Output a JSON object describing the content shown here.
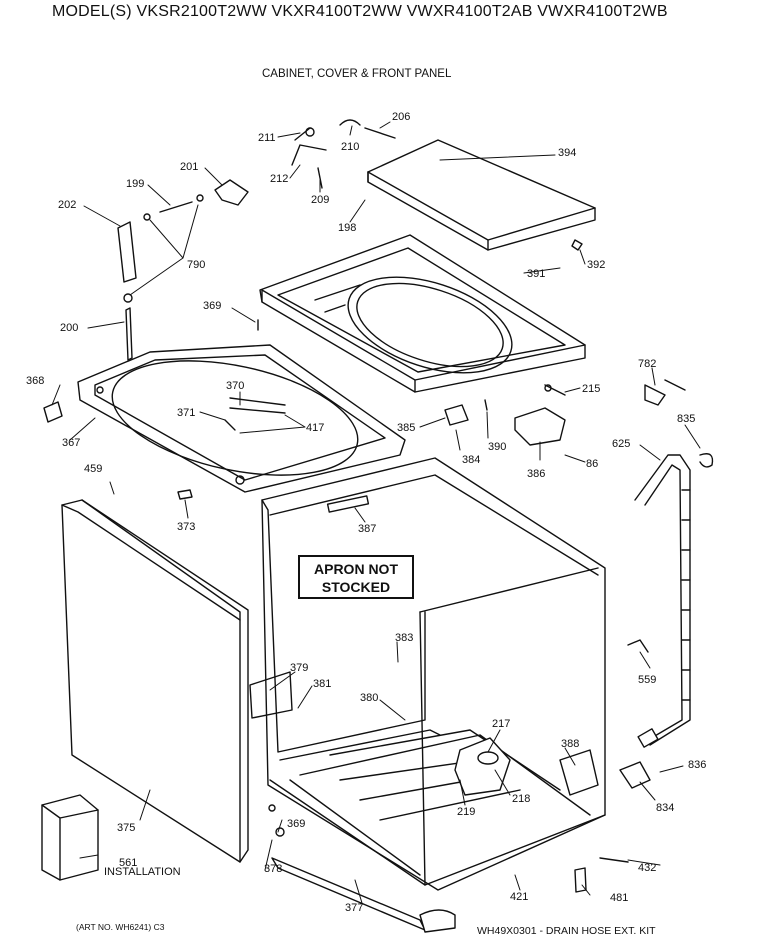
{
  "header": {
    "models": "MODEL(S) VKSR2100T2WW  VKXR4100T2WW  VWXR4100T2AB  VWXR4100T2WB",
    "section": "CABINET, COVER & FRONT PANEL"
  },
  "apron_note": {
    "line1": "APRON NOT",
    "line2": "STOCKED"
  },
  "footer": {
    "art_no": "(ART NO. WH6241) C3",
    "drain_kit": "WH49X0301 - DRAIN HOSE EXT. KIT"
  },
  "installation_label": "INSTALLATION",
  "parts": [
    {
      "id": "p211",
      "label": "211"
    },
    {
      "id": "p210",
      "label": "210"
    },
    {
      "id": "p206",
      "label": "206"
    },
    {
      "id": "p394",
      "label": "394"
    },
    {
      "id": "p201",
      "label": "201"
    },
    {
      "id": "p199",
      "label": "199"
    },
    {
      "id": "p212",
      "label": "212"
    },
    {
      "id": "p209",
      "label": "209"
    },
    {
      "id": "p202",
      "label": "202"
    },
    {
      "id": "p198",
      "label": "198"
    },
    {
      "id": "p790",
      "label": "790"
    },
    {
      "id": "p391",
      "label": "391"
    },
    {
      "id": "p392",
      "label": "392"
    },
    {
      "id": "p369a",
      "label": "369"
    },
    {
      "id": "p200",
      "label": "200"
    },
    {
      "id": "p782",
      "label": "782"
    },
    {
      "id": "p368",
      "label": "368"
    },
    {
      "id": "p370",
      "label": "370"
    },
    {
      "id": "p215",
      "label": "215"
    },
    {
      "id": "p835",
      "label": "835"
    },
    {
      "id": "p371",
      "label": "371"
    },
    {
      "id": "p417",
      "label": "417"
    },
    {
      "id": "p385",
      "label": "385"
    },
    {
      "id": "p367",
      "label": "367"
    },
    {
      "id": "p390",
      "label": "390"
    },
    {
      "id": "p625",
      "label": "625"
    },
    {
      "id": "p384",
      "label": "384"
    },
    {
      "id": "p86",
      "label": "86"
    },
    {
      "id": "p386",
      "label": "386"
    },
    {
      "id": "p459",
      "label": "459"
    },
    {
      "id": "p373",
      "label": "373"
    },
    {
      "id": "p387",
      "label": "387"
    },
    {
      "id": "p383",
      "label": "383"
    },
    {
      "id": "p559",
      "label": "559"
    },
    {
      "id": "p379",
      "label": "379"
    },
    {
      "id": "p381",
      "label": "381"
    },
    {
      "id": "p380",
      "label": "380"
    },
    {
      "id": "p217",
      "label": "217"
    },
    {
      "id": "p388",
      "label": "388"
    },
    {
      "id": "p836",
      "label": "836"
    },
    {
      "id": "p219",
      "label": "219"
    },
    {
      "id": "p218",
      "label": "218"
    },
    {
      "id": "p834",
      "label": "834"
    },
    {
      "id": "p375",
      "label": "375"
    },
    {
      "id": "p369b",
      "label": "369"
    },
    {
      "id": "p561",
      "label": "561"
    },
    {
      "id": "p378",
      "label": "378"
    },
    {
      "id": "p432",
      "label": "432"
    },
    {
      "id": "p421",
      "label": "421"
    },
    {
      "id": "p481",
      "label": "481"
    },
    {
      "id": "p377",
      "label": "377"
    }
  ]
}
